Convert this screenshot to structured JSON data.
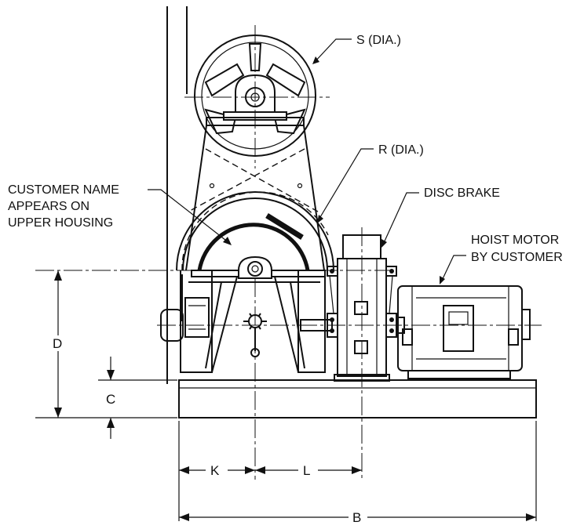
{
  "labels": {
    "sheave_diameter": "S (DIA.)",
    "drum_diameter": "R (DIA.)",
    "customer_name_1": "CUSTOMER NAME",
    "customer_name_2": "APPEARS ON",
    "customer_name_3": "UPPER HOUSING",
    "disc_brake": "DISC BRAKE",
    "hoist_motor_1": "HOIST MOTOR",
    "hoist_motor_2": "BY CUSTOMER"
  },
  "dimensions": {
    "d": "D",
    "c": "C",
    "k": "K",
    "l": "L",
    "b": "B"
  }
}
